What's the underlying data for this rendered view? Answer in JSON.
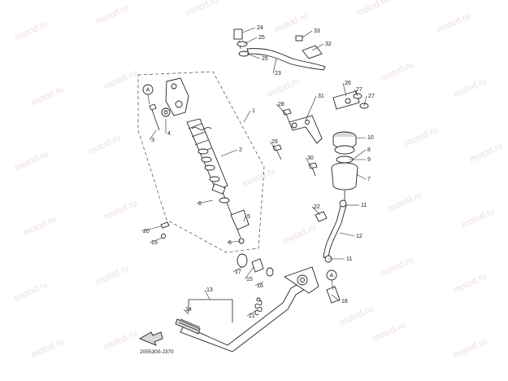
{
  "diagram": {
    "code": "2055300-J370",
    "watermark": "motod.ru",
    "callouts": [
      "1",
      "2",
      "3",
      "4",
      "5",
      "6",
      "6",
      "7",
      "8",
      "9",
      "10",
      "11",
      "11",
      "12",
      "13",
      "14",
      "15",
      "16",
      "17",
      "18",
      "19",
      "20",
      "21",
      "22",
      "23",
      "24",
      "25",
      "25",
      "26",
      "27",
      "27",
      "28",
      "29",
      "30",
      "31",
      "32",
      "33"
    ],
    "ref_markers": [
      "A",
      "A"
    ]
  }
}
